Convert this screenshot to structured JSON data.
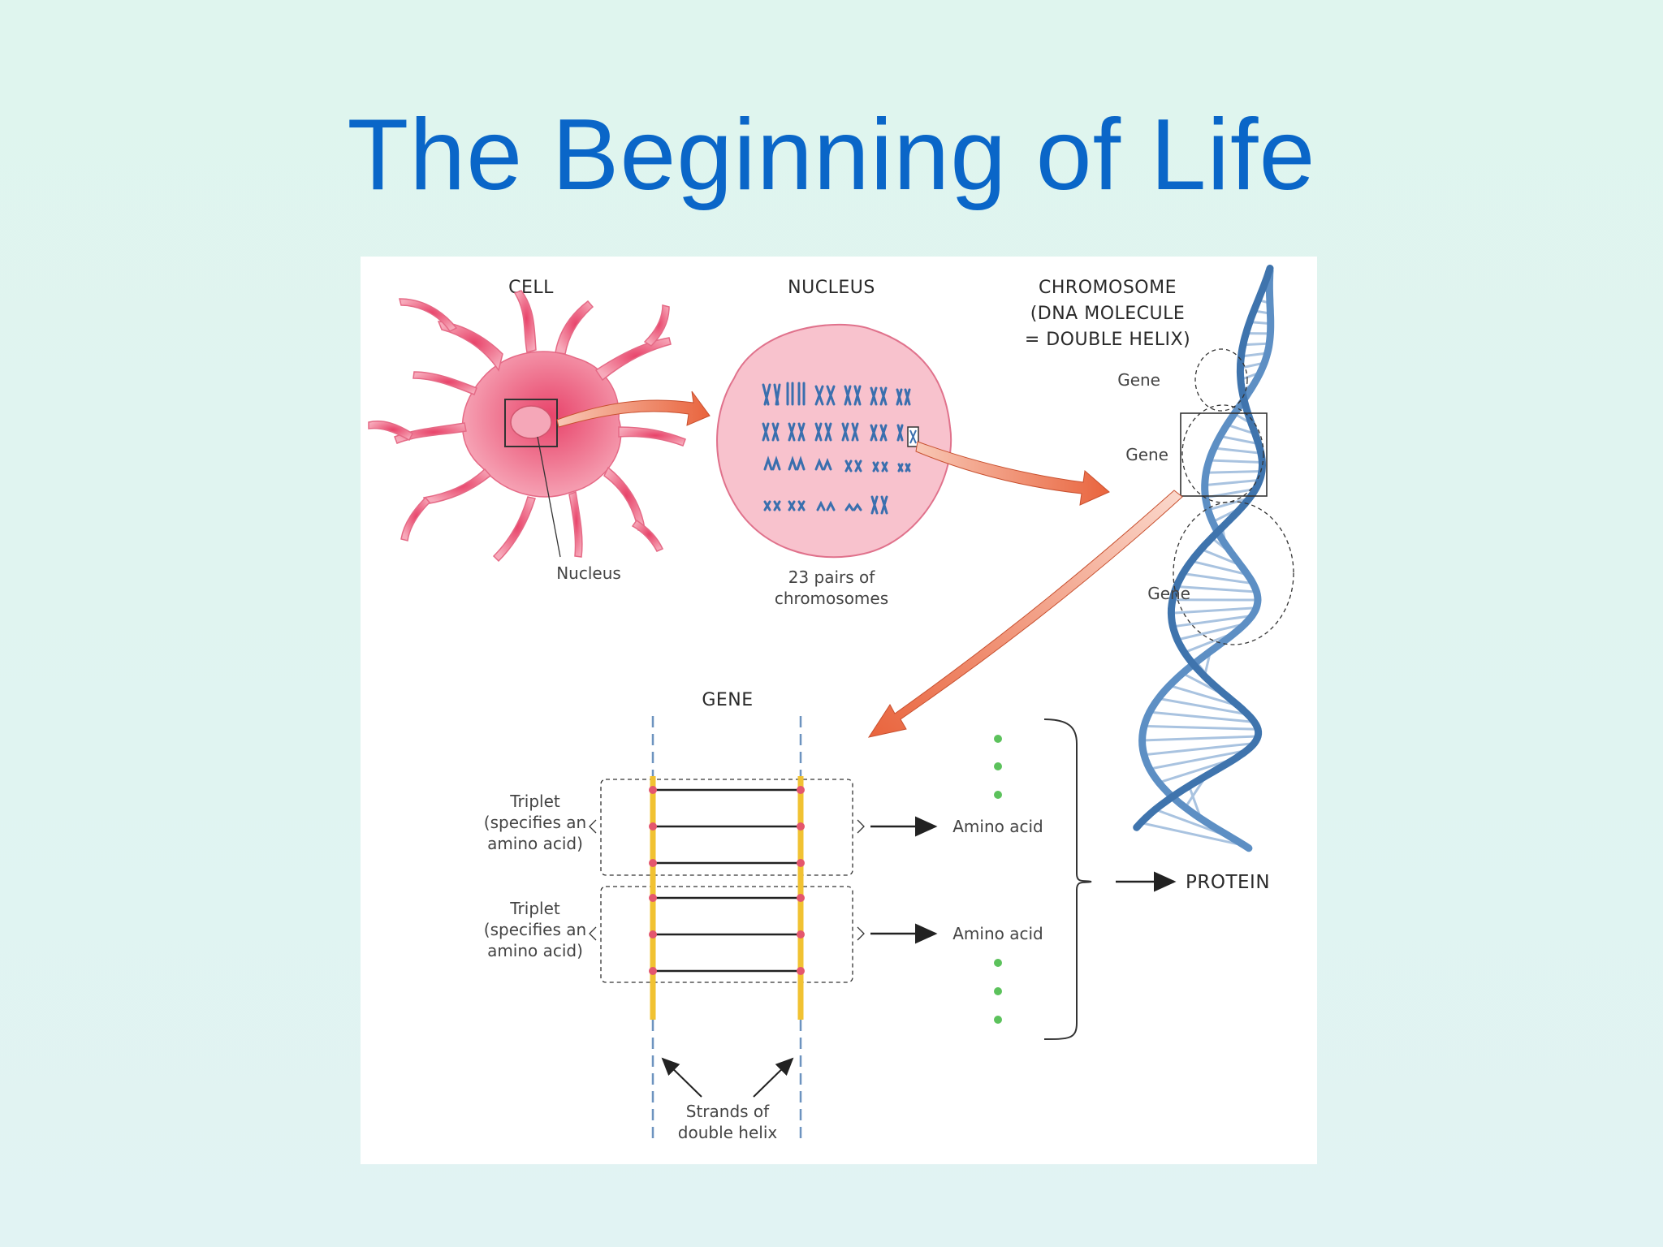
{
  "slide": {
    "title": "The Beginning of Life"
  },
  "figure": {
    "headers": {
      "cell": "CELL",
      "nucleus": "NUCLEUS",
      "chromosome_line1": "CHROMOSOME",
      "chromosome_line2": "(DNA MOLECULE",
      "chromosome_line3": "= DOUBLE HELIX)",
      "gene": "GENE"
    },
    "labels": {
      "nucleus": "Nucleus",
      "pairs_line1": "23 pairs of",
      "pairs_line2": "chromosomes",
      "gene_a": "Gene",
      "gene_b": "Gene",
      "gene_c": "Gene",
      "triplet_1_line1": "Triplet",
      "triplet_1_line2": "(specifies an",
      "triplet_1_line3": "amino acid)",
      "triplet_2_line1": "Triplet",
      "triplet_2_line2": "(specifies an",
      "triplet_2_line3": "amino acid)",
      "amino_acid_1": "Amino acid",
      "amino_acid_2": "Amino acid",
      "protein": "PROTEIN",
      "strands_line1": "Strands of",
      "strands_line2": "double helix"
    },
    "colors": {
      "title": "#0a66c8",
      "cell": "#ee7d95",
      "nucleus_fill": "#f8c2cd",
      "chromosome": "#3a6fae",
      "helix": "#5d8fc4",
      "arrow": "#e9714d",
      "strand": "#f1c232",
      "base_dot": "#e4566e",
      "ellipsis_dot": "#5cc25c"
    }
  }
}
